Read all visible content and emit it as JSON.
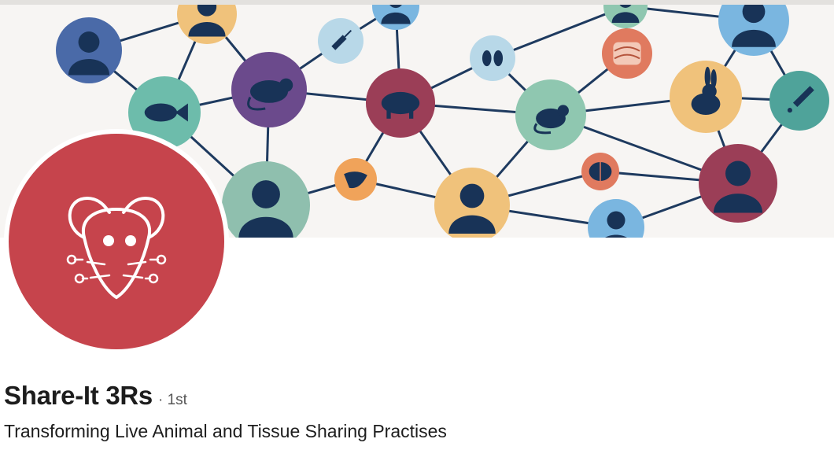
{
  "profile": {
    "name": "Share-It 3Rs",
    "degree": "· 1st",
    "headline": "Transforming Live Animal and Tissue Sharing Practises"
  },
  "colors": {
    "avatar_bg": "#c6444c",
    "edge": "#1e3a5f",
    "icon": "#183357",
    "banner_bg": "#f7f5f3"
  },
  "banner_nodes": [
    {
      "icon": "person-icon",
      "color": "#4a6aa8"
    },
    {
      "icon": "person-icon",
      "color": "#f0c27b"
    },
    {
      "icon": "fish-icon",
      "color": "#6dbcab"
    },
    {
      "icon": "rat-icon",
      "color": "#6b4a8c"
    },
    {
      "icon": "syringe-icon",
      "color": "#b8d8e8"
    },
    {
      "icon": "person-icon",
      "color": "#7ab6e0"
    },
    {
      "icon": "pig-icon",
      "color": "#9b3e57"
    },
    {
      "icon": "kidney-icon",
      "color": "#b8d8e8"
    },
    {
      "icon": "tissue-icon",
      "color": "#e07a5f"
    },
    {
      "icon": "person-icon",
      "color": "#8fc7b0"
    },
    {
      "icon": "person-icon",
      "color": "#7ab6e0"
    },
    {
      "icon": "mouse-icon",
      "color": "#8fc7b0"
    },
    {
      "icon": "rabbit-icon",
      "color": "#f0c27b"
    },
    {
      "icon": "dropper-icon",
      "color": "#4fa39a"
    },
    {
      "icon": "liver-icon",
      "color": "#f0a35a"
    },
    {
      "icon": "person-icon",
      "color": "#f0c27b"
    },
    {
      "icon": "brain-icon",
      "color": "#e07a5f"
    },
    {
      "icon": "person-icon",
      "color": "#9b3e57"
    },
    {
      "icon": "person-icon",
      "color": "#8fbfae"
    },
    {
      "icon": "person-icon",
      "color": "#7ab6e0"
    }
  ]
}
